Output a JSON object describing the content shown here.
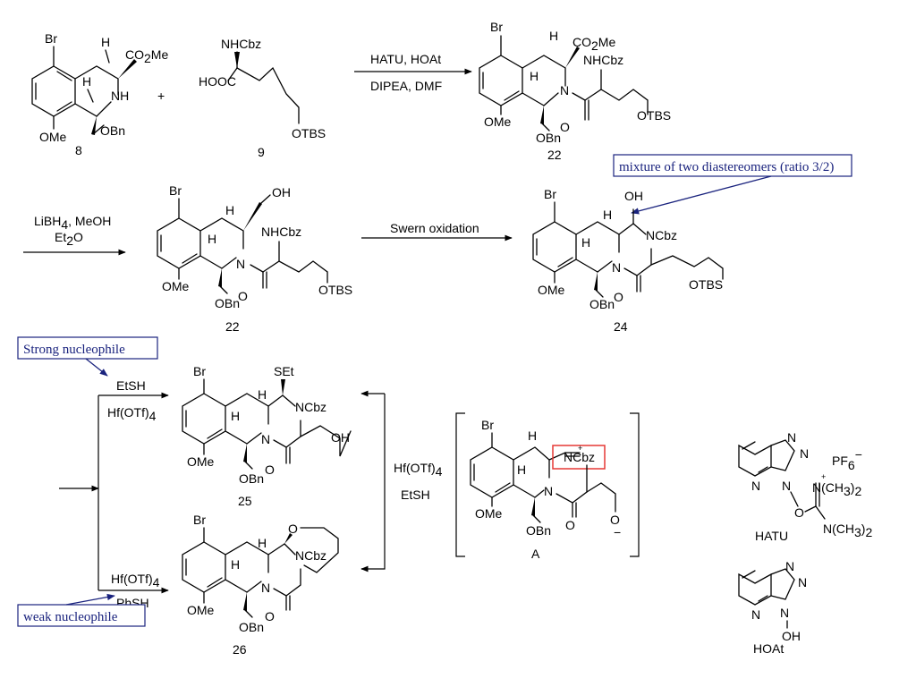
{
  "compounds": {
    "c8": {
      "label": "8",
      "br": "Br",
      "h_top": "H",
      "ester": "CO",
      "ester_sub": "2",
      "ester_tail": "Me",
      "h_mid": "H",
      "nh": "NH",
      "ome": "OMe",
      "obn": "OBn"
    },
    "plus": "+",
    "c9": {
      "label": "9",
      "nhcbz": "NHCbz",
      "acid": "HOOC",
      "otbs": "OTBS"
    },
    "c22a": {
      "label": "22",
      "br": "Br",
      "h_top": "H",
      "ester": "CO",
      "ester_sub": "2",
      "ester_tail": "Me",
      "nhcbz": "NHCbz",
      "h_mid": "H",
      "n": "N",
      "o": "O",
      "ome": "OMe",
      "obn": "OBn",
      "otbs": "OTBS"
    },
    "c22b": {
      "label": "22",
      "br": "Br",
      "oh": "OH",
      "h_top": "H",
      "nhcbz": "NHCbz",
      "h_mid": "H",
      "n": "N",
      "o": "O",
      "ome": "OMe",
      "obn": "OBn",
      "otbs": "OTBS"
    },
    "c24": {
      "label": "24",
      "br": "Br",
      "oh": "OH",
      "h_top": "H",
      "ncbz": "NCbz",
      "h_mid": "H",
      "n": "N",
      "o": "O",
      "ome": "OMe",
      "obn": "OBn",
      "otbs": "OTBS"
    },
    "c25": {
      "label": "25",
      "br": "Br",
      "set": "SEt",
      "h_top": "H",
      "ncbz": "NCbz",
      "h_mid": "H",
      "n": "N",
      "o": "O",
      "ome": "OMe",
      "obn": "OBn",
      "oh": "OH"
    },
    "c26": {
      "label": "26",
      "br": "Br",
      "o_ring": "O",
      "h_top": "H",
      "ncbz": "NCbz",
      "h_mid": "H",
      "n": "N",
      "o": "O",
      "ome": "OMe",
      "obn": "OBn"
    },
    "cA": {
      "label": "A",
      "br": "Br",
      "h_top": "H",
      "ncbz": "NCbz",
      "plus": "+",
      "h_mid": "H",
      "n": "N",
      "o": "O",
      "ome": "OMe",
      "obn": "OBn",
      "o_neg": "O",
      "minus": "−"
    },
    "hatu": {
      "label": "HATU",
      "n1": "N",
      "n2": "N",
      "n3": "N",
      "n4": "N",
      "o": "O",
      "pf": "PF",
      "pf_sub": "6",
      "pf_sup": "−",
      "nme_top": "N(CH",
      "nme_sub": "3",
      "nme_tail": ")",
      "nme_sub2": "2",
      "plus": "+",
      "nme_bot": "N(CH"
    },
    "hoat": {
      "label": "HOAt",
      "n1": "N",
      "n2": "N",
      "n3": "N",
      "n4": "N",
      "oh": "OH"
    }
  },
  "reactions": {
    "step1": {
      "line1": "HATU, HOAt",
      "line2": "DIPEA, DMF"
    },
    "step2": {
      "line1a": "LiBH",
      "line1sub": "4",
      "line1b": ", MeOH",
      "line2a": "Et",
      "line2sub": "2",
      "line2b": "O"
    },
    "step3": {
      "line1": "Swern oxidation"
    },
    "step4_top": {
      "reagent1": "EtSH",
      "reagent2a": "Hf(OTf)",
      "reagent2sub": "4"
    },
    "step4_bottom": {
      "reagent1a": "Hf(OTf)",
      "reagent1sub": "4",
      "reagent2": "PhSH"
    },
    "intermediate": {
      "line1a": "Hf(OTf)",
      "line1sub": "4",
      "line2": "EtSH"
    }
  },
  "annotations": {
    "diastereomers": "mixture of two diastereomers (ratio 3/2)",
    "strong": "Strong nucleophile",
    "weak": "weak nucleophile"
  },
  "colors": {
    "annotation": "#1a237e",
    "highlight": "#e53935",
    "ink": "#000000"
  }
}
